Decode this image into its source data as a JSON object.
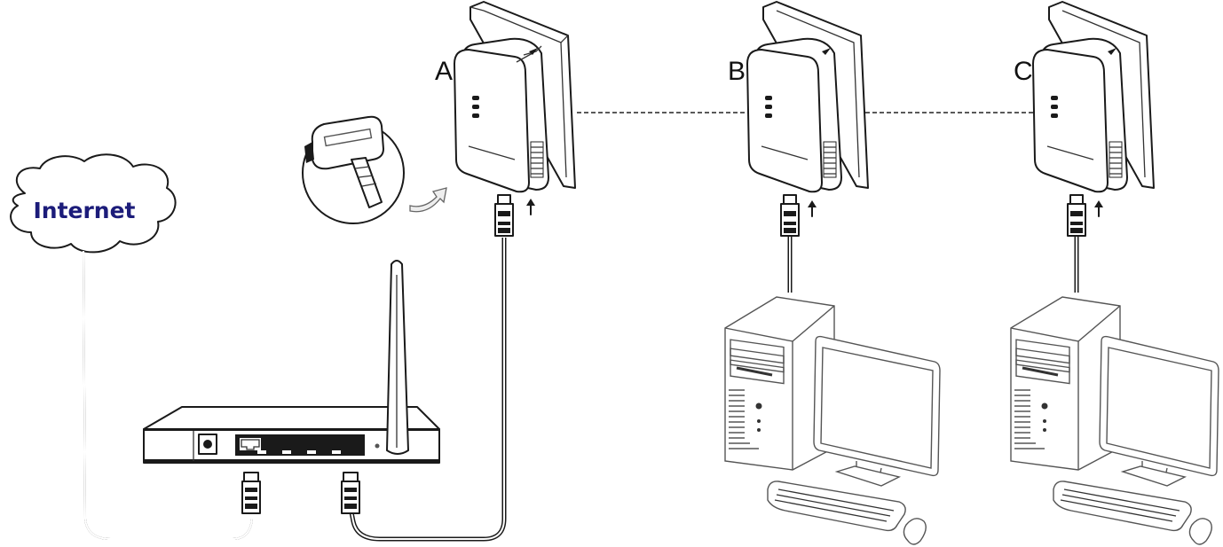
{
  "diagram": {
    "cloud_label": "Internet",
    "adapters": [
      {
        "label": "A"
      },
      {
        "label": "B"
      },
      {
        "label": "C"
      }
    ],
    "colors": {
      "cloud_text": "#1c1c7a",
      "line": "#1a1a1a",
      "background": "#ffffff"
    },
    "icons": [
      "internet-cloud-icon",
      "router-icon",
      "powerline-adapter-icon",
      "wall-socket-icon",
      "ethernet-plug-icon",
      "desktop-computer-icon",
      "magnifier-inset-icon",
      "curved-arrow-icon",
      "up-arrow-icon"
    ]
  }
}
